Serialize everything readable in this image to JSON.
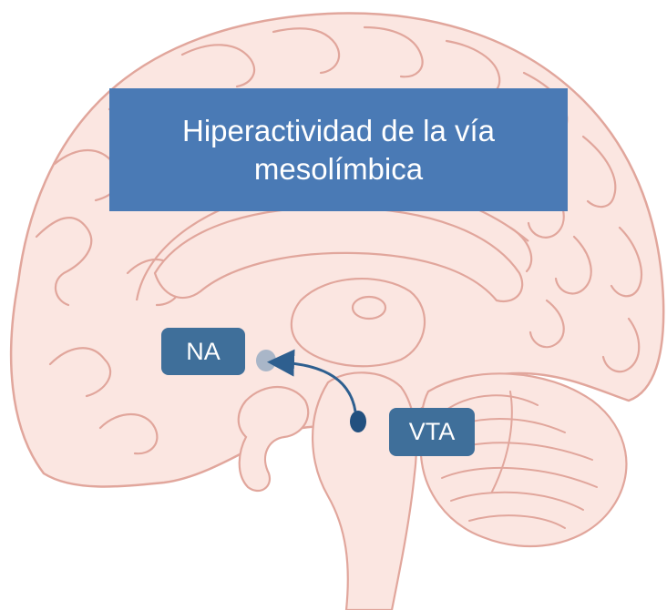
{
  "title": {
    "line1": "Hiperactividad  de la vía",
    "line2": "mesolímbica"
  },
  "labels": {
    "na": "NA",
    "vta": "VTA"
  },
  "colors": {
    "brain_fill": "#fbe6e1",
    "brain_outline": "#e1a69c",
    "title_box": "#4a7ab5",
    "label_box": "#3f6f9a",
    "pathway": "#2e5f8f",
    "nucleus_accumbens": "#a9b6c8"
  }
}
